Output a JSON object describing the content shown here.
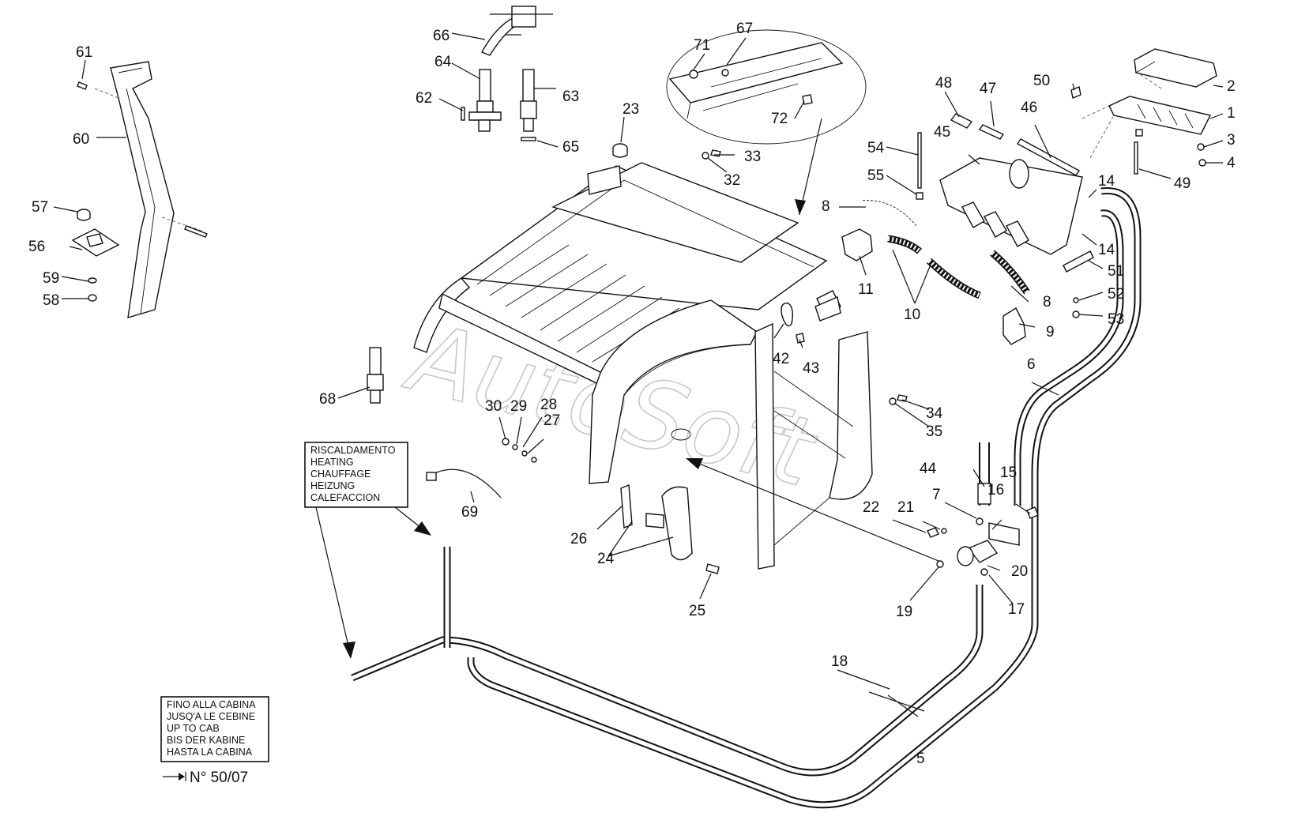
{
  "watermark": "AutoSoft",
  "boxes": {
    "heating": [
      "RISCALDAMENTO",
      "HEATING",
      "CHAUFFAGE",
      "HEIZUNG",
      "CALEFACCION"
    ],
    "up_to_cab": [
      "FINO ALLA CABINA",
      "JUSQ'A LE CEBINE",
      "UP TO CAB",
      "BIS DER KABINE",
      "HASTA LA CABINA"
    ],
    "serial_note": "N° 50/07"
  },
  "labels": {
    "l1": "1",
    "l2": "2",
    "l3": "3",
    "l4": "4",
    "l5": "5",
    "l6": "6",
    "l7": "7",
    "l8a": "8",
    "l8b": "8",
    "l9": "9",
    "l10": "10",
    "l11": "11",
    "l14a": "14",
    "l14b": "14",
    "l15": "15",
    "l16": "16",
    "l17": "17",
    "l18": "18",
    "l19": "19",
    "l20": "20",
    "l21": "21",
    "l22": "22",
    "l23": "23",
    "l24": "24",
    "l25": "25",
    "l26": "26",
    "l27": "27",
    "l28": "28",
    "l29": "29",
    "l30": "30",
    "l32": "32",
    "l33": "33",
    "l34": "34",
    "l35": "35",
    "l42": "42",
    "l43": "43",
    "l44": "44",
    "l45": "45",
    "l46": "46",
    "l47": "47",
    "l48": "48",
    "l49": "49",
    "l50": "50",
    "l51": "51",
    "l52": "52",
    "l53": "53",
    "l54": "54",
    "l55": "55",
    "l56": "56",
    "l57": "57",
    "l58": "58",
    "l59": "59",
    "l60": "60",
    "l61": "61",
    "l62": "62",
    "l63": "63",
    "l64": "64",
    "l65": "65",
    "l66": "66",
    "l67": "67",
    "l68": "68",
    "l69": "69",
    "l71": "71",
    "l72": "72"
  }
}
